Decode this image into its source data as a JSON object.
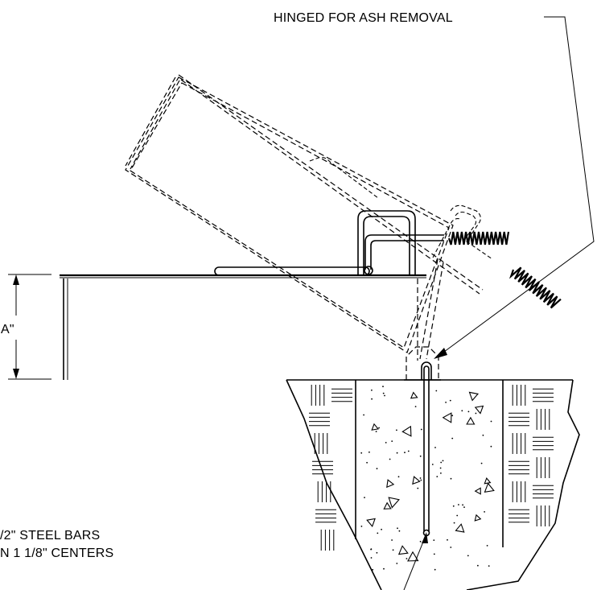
{
  "labels": {
    "hinge_note": "HINGED FOR ASH REMOVAL",
    "dimension": "A\"",
    "bars_line1": "/2\" STEEL BARS",
    "bars_line2": "N 1 1/8\" CENTERS"
  },
  "colors": {
    "ink": "#000000",
    "paper": "#ffffff"
  }
}
